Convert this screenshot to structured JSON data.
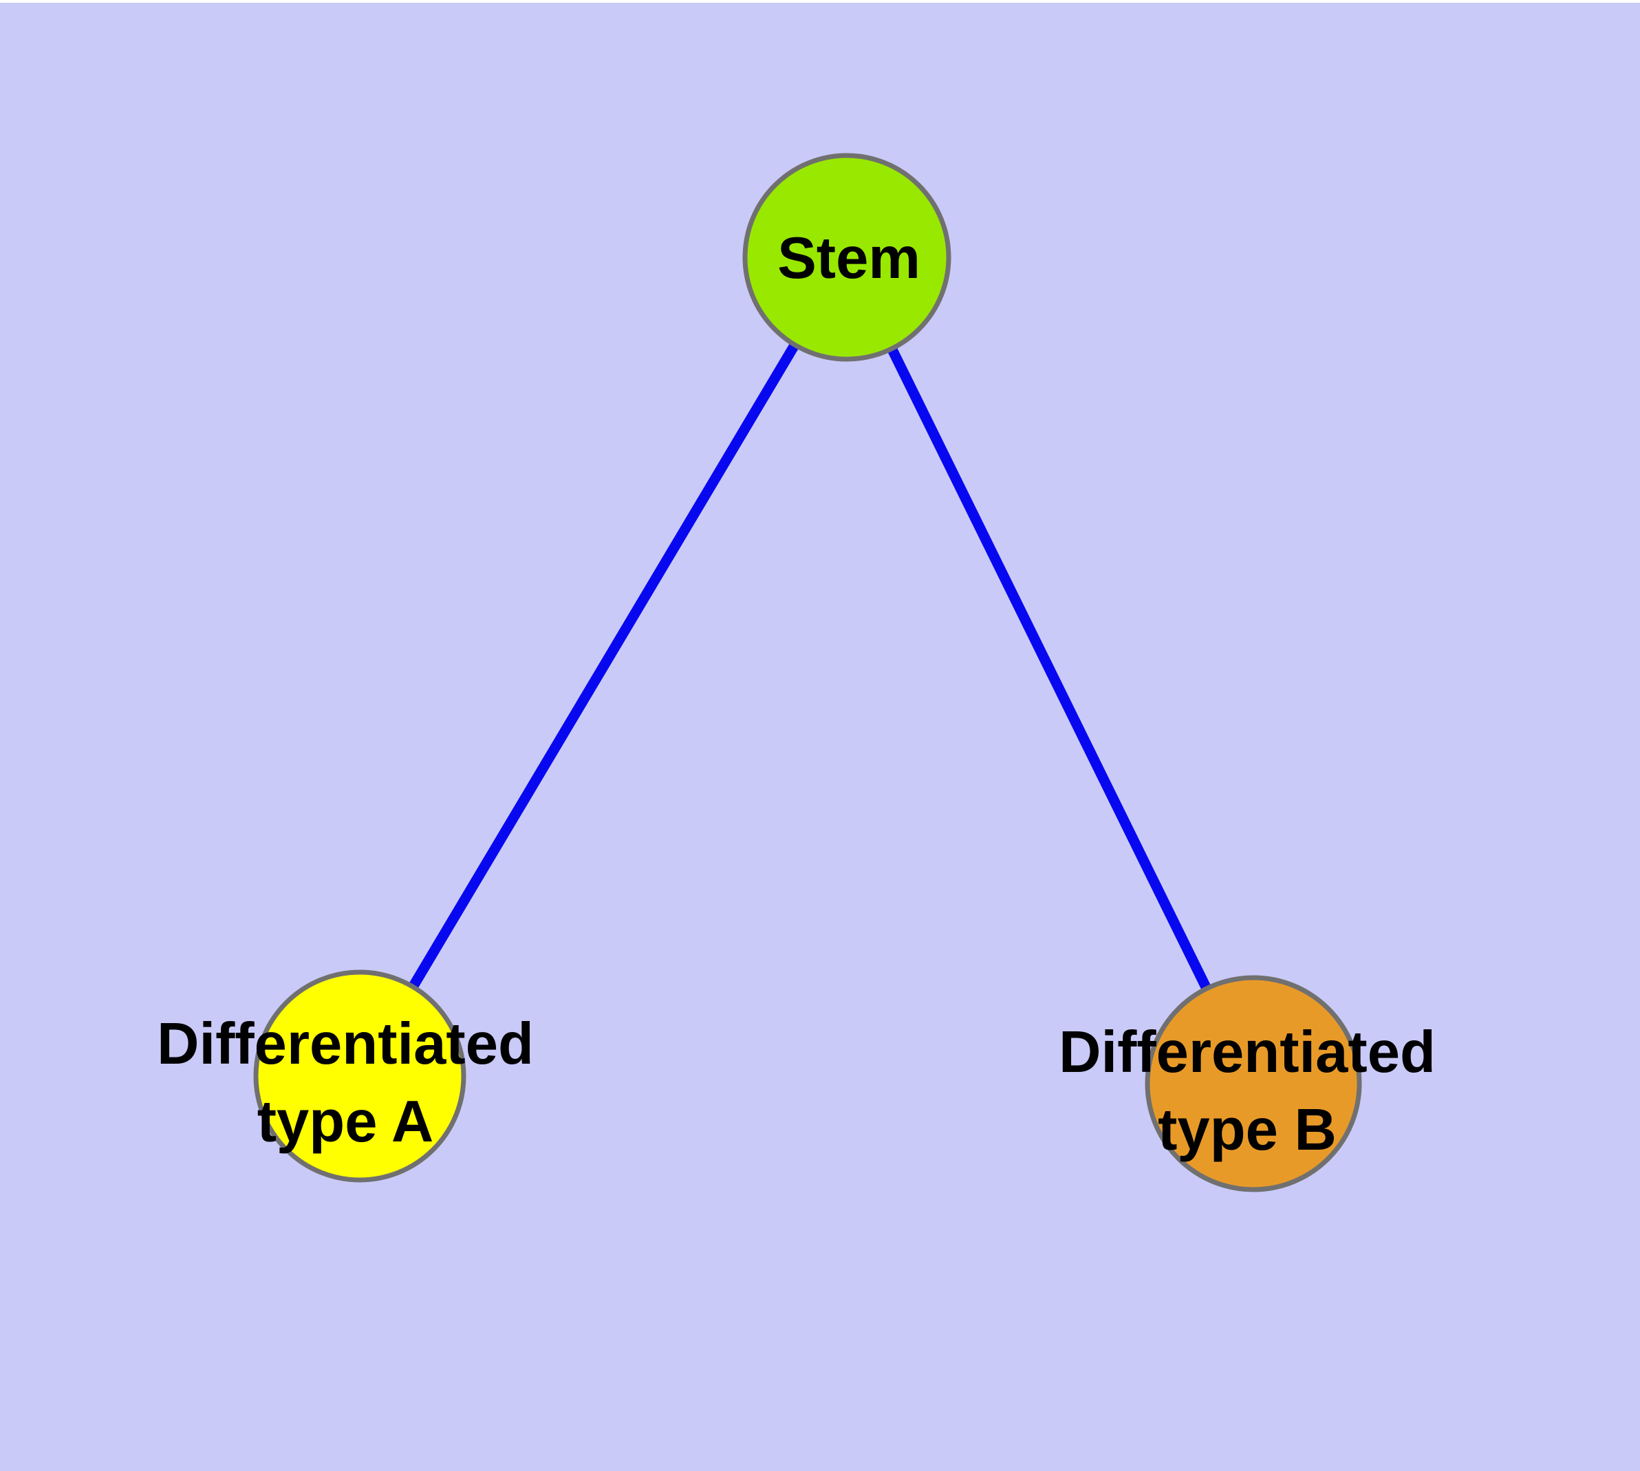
{
  "diagram": {
    "description": "Stem cell differentiation graph",
    "background_color": "#cacaf8",
    "figure_margin_color": "#ffffff",
    "edge_color": "#0808f0",
    "node_border_color": "#707070",
    "label_color": "#000000",
    "nodes": [
      {
        "id": "stem",
        "label": "Stem",
        "color": "#99e800"
      },
      {
        "id": "differentiated-type-a",
        "label": "Differentiated type A",
        "label_line1": "Differentiated",
        "label_line2": "type A",
        "color": "#ffff00"
      },
      {
        "id": "differentiated-type-b",
        "label": "Differentiated type B",
        "label_line1": "Differentiated",
        "label_line2": "type B",
        "color": "#e89a28"
      }
    ],
    "edges": [
      {
        "from": "Stem",
        "to": "Differentiated type A"
      },
      {
        "from": "Stem",
        "to": "Differentiated type B"
      }
    ]
  }
}
